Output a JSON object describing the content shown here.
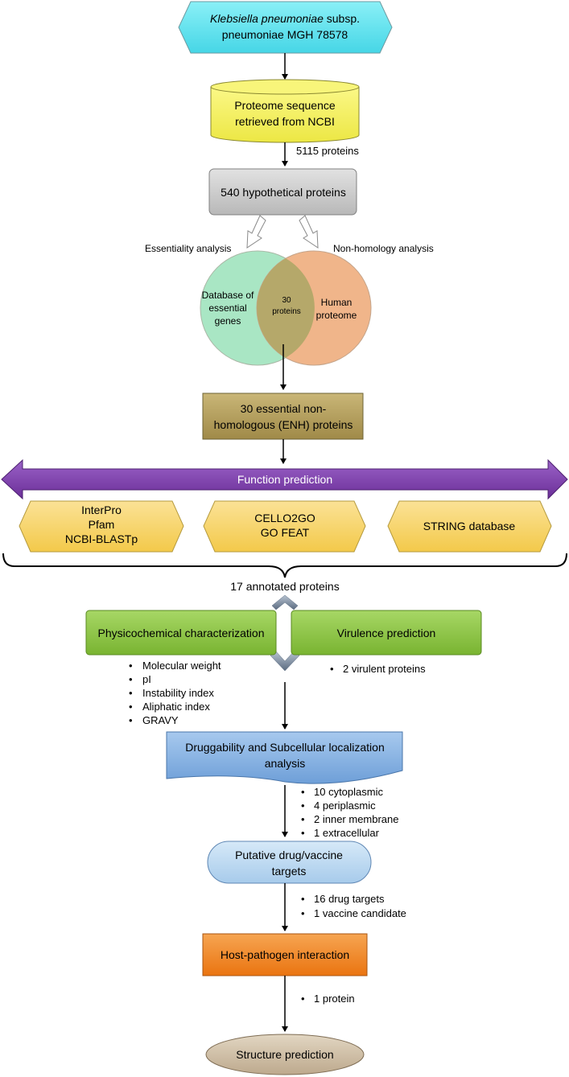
{
  "start": {
    "italic": "Klebsiella pneumoniae",
    "rest": " subsp.",
    "line2": "pneumoniae MGH 78578"
  },
  "proteome": {
    "line1": "Proteome sequence",
    "line2": "retrieved from NCBI"
  },
  "count_5115": "5115 proteins",
  "hypothetical": "540 hypothetical proteins",
  "essentiality_label": "Essentiality analysis",
  "nonhomology_label": "Non-homology analysis",
  "deg": {
    "line1": "Database of",
    "line2": "essential",
    "line3": "genes"
  },
  "overlap": {
    "line1": "30",
    "line2": "proteins"
  },
  "human": {
    "line1": "Human",
    "line2": "proteome"
  },
  "enh": {
    "line1": "30 essential non-",
    "line2": "homologous (ENH) proteins"
  },
  "function_prediction": "Function prediction",
  "tools": [
    {
      "lines": [
        "InterPro",
        "Pfam",
        "NCBI-BLASTp"
      ]
    },
    {
      "lines": [
        "CELLO2GO",
        "GO FEAT"
      ]
    },
    {
      "lines": [
        "STRING database"
      ]
    }
  ],
  "annotated": "17 annotated proteins",
  "physico": "Physicochemical characterization",
  "virulence": "Virulence prediction",
  "physico_bullets": [
    "Molecular weight",
    "pI",
    "Instability index",
    "Aliphatic index",
    "GRAVY"
  ],
  "virulence_bullets": [
    "2 virulent proteins"
  ],
  "druggability": {
    "line1": "Druggability and Subcellular localization",
    "line2": "analysis"
  },
  "localization_bullets": [
    "10 cytoplasmic",
    "4 periplasmic",
    "2 inner membrane",
    "1 extracellular"
  ],
  "targets": {
    "line1": "Putative drug/vaccine",
    "line2": "targets"
  },
  "target_bullets": [
    "16 drug targets",
    "1 vaccine candidate"
  ],
  "hpi": "Host-pathogen interaction",
  "hpi_bullets": [
    "1 protein"
  ],
  "structure": "Structure prediction",
  "colors": {
    "cyan": "#5fe3ef",
    "yellow": "#f5f25a",
    "grey": "#c9c9c9",
    "green_circle": "#a9e6c4",
    "orange_circle": "#f0b58a",
    "olive": "#b09a58",
    "purple": "#7a3fa8",
    "gold": "#f8d66a",
    "green_box": "#8fc642",
    "blue_box": "#8db8e6",
    "light_blue": "#bcd9f2",
    "orange_box": "#f18a2c",
    "tan": "#cfc0a8"
  }
}
